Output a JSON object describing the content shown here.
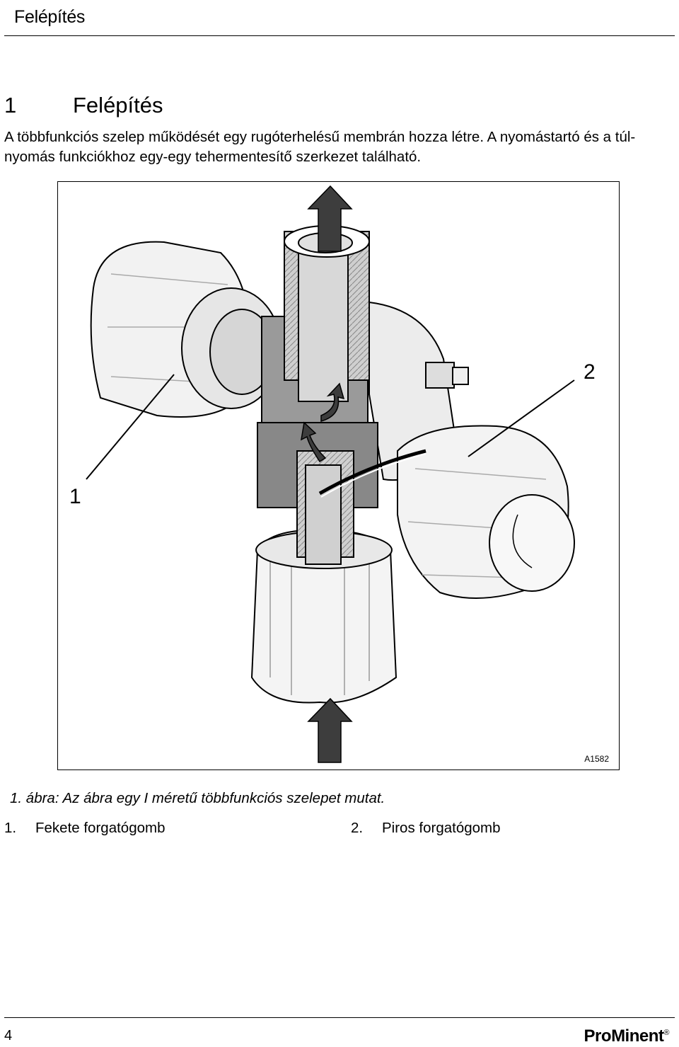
{
  "header": {
    "title": "Felépítés"
  },
  "section": {
    "number": "1",
    "title": "Felépítés"
  },
  "intro": {
    "line1": "A többfunkciós szelep működését egy rugóterhelésű membrán hozza létre. A nyomástartó és a túl-",
    "line2": "nyomás funkciókhoz egy-egy tehermentesítő szerkezet található."
  },
  "figure": {
    "code": "A1582",
    "callout_1": "1",
    "callout_2": "2",
    "caption": "1. ábra: Az ábra egy I méretű többfunkciós szelepet mutat."
  },
  "legend": [
    {
      "num": "1.",
      "label": "Fekete forgatógomb"
    },
    {
      "num": "2.",
      "label": "Piros forgatógomb"
    }
  ],
  "footer": {
    "page": "4",
    "logo_a": "Pro",
    "logo_b": "Minent",
    "logo_mark": "®"
  }
}
